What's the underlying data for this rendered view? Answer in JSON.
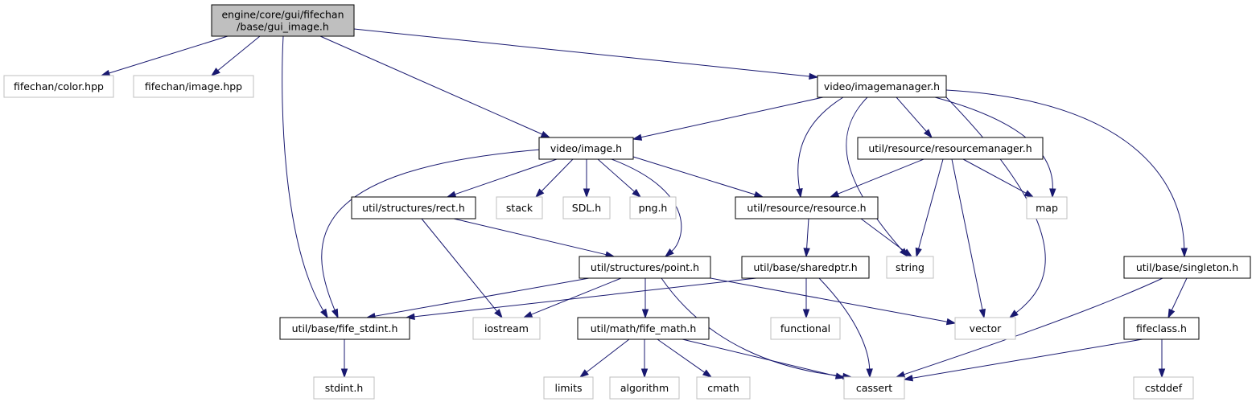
{
  "graph": {
    "colors": {
      "edge": "#191970",
      "main_fill": "#bfbfbf",
      "border": "#000000",
      "system_border": "#bfbfbf"
    },
    "nodes": [
      {
        "id": "gui_image",
        "kind": "main",
        "lines": [
          "engine/core/gui/fifechan",
          "/base/gui_image.h"
        ]
      },
      {
        "id": "color_hpp",
        "kind": "system",
        "lines": [
          "fifechan/color.hpp"
        ]
      },
      {
        "id": "image_hpp",
        "kind": "system",
        "lines": [
          "fifechan/image.hpp"
        ]
      },
      {
        "id": "imagemanager",
        "kind": "local",
        "lines": [
          "video/imagemanager.h"
        ]
      },
      {
        "id": "image_h",
        "kind": "local",
        "lines": [
          "video/image.h"
        ]
      },
      {
        "id": "resourcemanager",
        "kind": "local",
        "lines": [
          "util/resource/resourcemanager.h"
        ]
      },
      {
        "id": "rect",
        "kind": "local",
        "lines": [
          "util/structures/rect.h"
        ]
      },
      {
        "id": "stack",
        "kind": "system",
        "lines": [
          "stack"
        ]
      },
      {
        "id": "sdl",
        "kind": "system",
        "lines": [
          "SDL.h"
        ]
      },
      {
        "id": "png",
        "kind": "system",
        "lines": [
          "png.h"
        ]
      },
      {
        "id": "resource",
        "kind": "local",
        "lines": [
          "util/resource/resource.h"
        ]
      },
      {
        "id": "map",
        "kind": "system",
        "lines": [
          "map"
        ]
      },
      {
        "id": "point",
        "kind": "local",
        "lines": [
          "util/structures/point.h"
        ]
      },
      {
        "id": "sharedptr",
        "kind": "local",
        "lines": [
          "util/base/sharedptr.h"
        ]
      },
      {
        "id": "string",
        "kind": "system",
        "lines": [
          "string"
        ]
      },
      {
        "id": "singleton",
        "kind": "local",
        "lines": [
          "util/base/singleton.h"
        ]
      },
      {
        "id": "fife_stdint",
        "kind": "local",
        "lines": [
          "util/base/fife_stdint.h"
        ]
      },
      {
        "id": "iostream",
        "kind": "system",
        "lines": [
          "iostream"
        ]
      },
      {
        "id": "fife_math",
        "kind": "local",
        "lines": [
          "util/math/fife_math.h"
        ]
      },
      {
        "id": "functional",
        "kind": "system",
        "lines": [
          "functional"
        ]
      },
      {
        "id": "vector",
        "kind": "system",
        "lines": [
          "vector"
        ]
      },
      {
        "id": "fifeclass",
        "kind": "local",
        "lines": [
          "fifeclass.h"
        ]
      },
      {
        "id": "stdint_h",
        "kind": "system",
        "lines": [
          "stdint.h"
        ]
      },
      {
        "id": "limits",
        "kind": "system",
        "lines": [
          "limits"
        ]
      },
      {
        "id": "algorithm",
        "kind": "system",
        "lines": [
          "algorithm"
        ]
      },
      {
        "id": "cmath",
        "kind": "system",
        "lines": [
          "cmath"
        ]
      },
      {
        "id": "cassert",
        "kind": "system",
        "lines": [
          "cassert"
        ]
      },
      {
        "id": "cstddef",
        "kind": "system",
        "lines": [
          "cstddef"
        ]
      }
    ],
    "edges": [
      {
        "from": "gui_image",
        "to": "color_hpp"
      },
      {
        "from": "gui_image",
        "to": "image_hpp"
      },
      {
        "from": "gui_image",
        "to": "imagemanager"
      },
      {
        "from": "gui_image",
        "to": "image_h"
      },
      {
        "from": "gui_image",
        "to": "fife_stdint"
      },
      {
        "from": "imagemanager",
        "to": "image_h"
      },
      {
        "from": "imagemanager",
        "to": "resource"
      },
      {
        "from": "imagemanager",
        "to": "string"
      },
      {
        "from": "imagemanager",
        "to": "resourcemanager"
      },
      {
        "from": "imagemanager",
        "to": "map"
      },
      {
        "from": "imagemanager",
        "to": "vector"
      },
      {
        "from": "imagemanager",
        "to": "singleton"
      },
      {
        "from": "image_h",
        "to": "fife_stdint"
      },
      {
        "from": "image_h",
        "to": "rect"
      },
      {
        "from": "image_h",
        "to": "stack"
      },
      {
        "from": "image_h",
        "to": "sdl"
      },
      {
        "from": "image_h",
        "to": "png"
      },
      {
        "from": "image_h",
        "to": "point"
      },
      {
        "from": "image_h",
        "to": "resource"
      },
      {
        "from": "resourcemanager",
        "to": "resource"
      },
      {
        "from": "resourcemanager",
        "to": "string"
      },
      {
        "from": "resourcemanager",
        "to": "vector"
      },
      {
        "from": "resourcemanager",
        "to": "map"
      },
      {
        "from": "rect",
        "to": "iostream"
      },
      {
        "from": "rect",
        "to": "point"
      },
      {
        "from": "resource",
        "to": "sharedptr"
      },
      {
        "from": "resource",
        "to": "string"
      },
      {
        "from": "point",
        "to": "fife_stdint"
      },
      {
        "from": "point",
        "to": "iostream"
      },
      {
        "from": "point",
        "to": "fife_math"
      },
      {
        "from": "point",
        "to": "cassert"
      },
      {
        "from": "point",
        "to": "vector"
      },
      {
        "from": "sharedptr",
        "to": "fife_stdint"
      },
      {
        "from": "sharedptr",
        "to": "functional"
      },
      {
        "from": "sharedptr",
        "to": "cassert"
      },
      {
        "from": "singleton",
        "to": "fifeclass"
      },
      {
        "from": "singleton",
        "to": "cassert"
      },
      {
        "from": "fife_stdint",
        "to": "stdint_h"
      },
      {
        "from": "fife_math",
        "to": "limits"
      },
      {
        "from": "fife_math",
        "to": "algorithm"
      },
      {
        "from": "fife_math",
        "to": "cmath"
      },
      {
        "from": "fife_math",
        "to": "cassert"
      },
      {
        "from": "fifeclass",
        "to": "cassert"
      },
      {
        "from": "fifeclass",
        "to": "cstddef"
      }
    ]
  }
}
